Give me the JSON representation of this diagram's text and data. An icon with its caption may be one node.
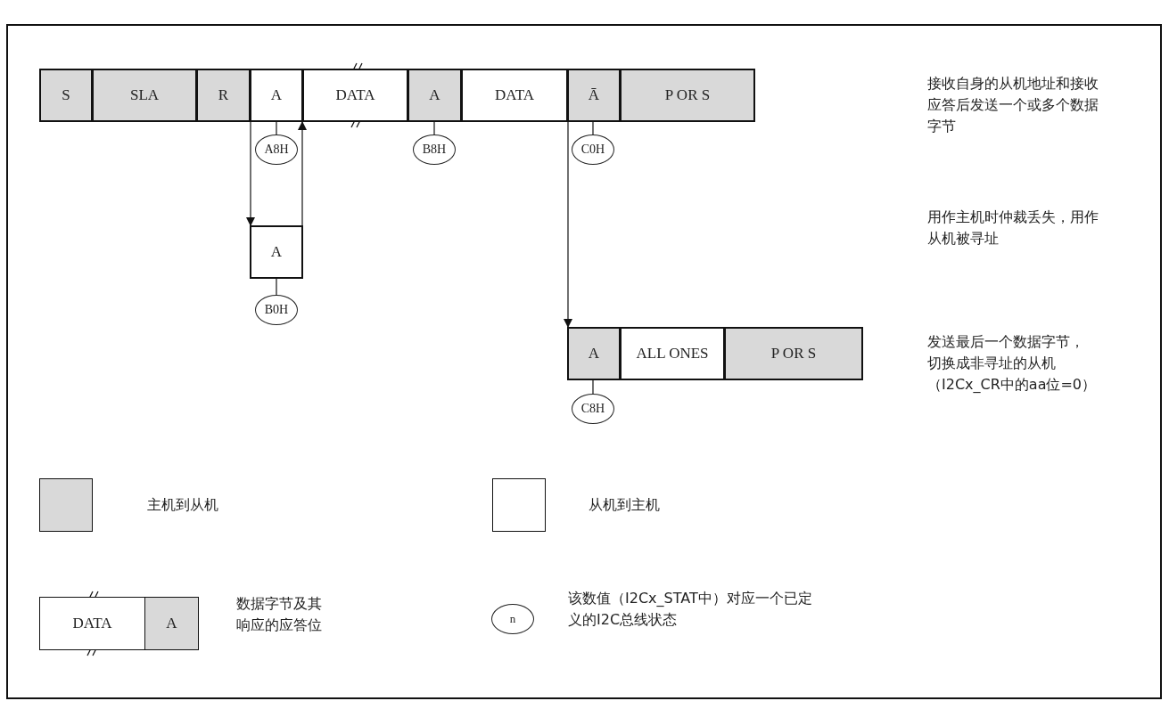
{
  "diagram": {
    "nodes": [
      {
        "text": [
          "S"
        ]
      },
      {
        "text": [
          "SLA"
        ]
      },
      {
        "text": [
          "R"
        ]
      },
      {
        "text": [
          "A"
        ]
      },
      {
        "text": [
          "DATA"
        ]
      },
      {
        "text": [
          "A"
        ]
      },
      {
        "text": [
          "DATA"
        ]
      },
      {
        "text": [
          "Ā"
        ]
      },
      {
        "text": [
          "P OR S"
        ]
      },
      {
        "text": [
          "A8H"
        ]
      },
      {
        "text": [
          "B8H"
        ]
      },
      {
        "text": [
          "C0H"
        ]
      },
      {
        "text": [
          "A"
        ]
      },
      {
        "text": [
          "B0H"
        ]
      },
      {
        "text": [
          "A"
        ]
      },
      {
        "text": [
          "ALL ONES"
        ]
      },
      {
        "text": [
          "P OR S"
        ]
      },
      {
        "text": [
          "C8H"
        ]
      }
    ],
    "edges": [
      {
        "from": 9,
        "to": 3,
        "arrow": "none"
      },
      {
        "from": 10,
        "to": 5,
        "arrow": "none"
      },
      {
        "from": 11,
        "to": 7,
        "arrow": "none"
      },
      {
        "from": 3,
        "to": 12,
        "arrow": "to"
      },
      {
        "from": 12,
        "to": 4,
        "arrow": "to"
      },
      {
        "from": 13,
        "to": 12,
        "arrow": "none"
      },
      {
        "from": 7,
        "to": 14,
        "arrow": "to"
      },
      {
        "from": 17,
        "to": 14,
        "arrow": "none"
      }
    ],
    "labels": [
      "接收自身的从机地址和接收应答后发送一个或多个数据字节",
      "用作主机时仲裁丢失，用作从机被寻址",
      "发送最后一个数据字节，切换成非寻址的从机（I2Cx_CR中的aa位=0）",
      "DATA",
      "A",
      "n"
    ],
    "legend": [
      {
        "text": "主机到从机",
        "color": "#d9d9d9"
      },
      {
        "text": "从机到主机",
        "color": "#ffffff"
      },
      {
        "text": "数据字节及其响应的应答位"
      },
      {
        "text": "该数值（I2Cx_STAT中）对应一个已定义的I2C总线状态"
      }
    ]
  }
}
